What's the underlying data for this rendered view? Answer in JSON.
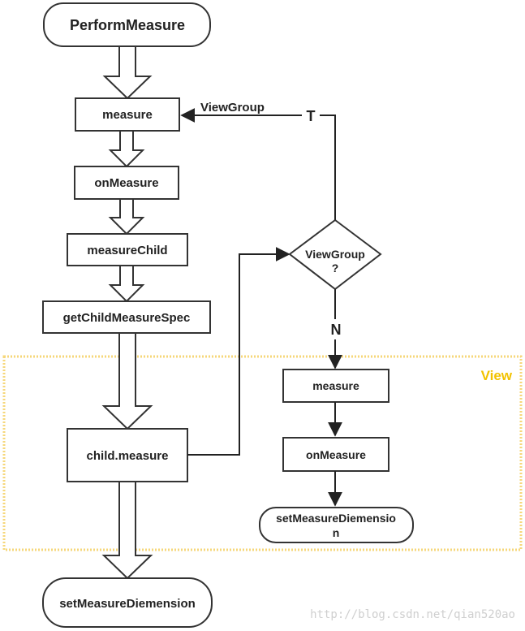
{
  "nodes": {
    "perform_measure": "PerformMeasure",
    "measure": "measure",
    "on_measure": "onMeasure",
    "measure_child": "measureChild",
    "get_child_measure_spec": "getChildMeasureSpec",
    "child_measure": "child.measure",
    "set_measure_diemension": "setMeasureDiemension",
    "decision_line1": "ViewGroup",
    "decision_line2": "?",
    "view_measure": "measure",
    "view_on_measure": "onMeasure",
    "view_set_line1": "setMeasureDiemensio",
    "view_set_line2": "n"
  },
  "labels": {
    "branch_true": "T",
    "branch_false": "N",
    "viewgroup_edge": "ViewGroup",
    "view_region": "View"
  },
  "watermark": "http://blog.csdn.net/qian520ao",
  "colors": {
    "view_region_border": "#f6d77a",
    "view_region_text": "#f2c200",
    "stroke": "#333333"
  }
}
